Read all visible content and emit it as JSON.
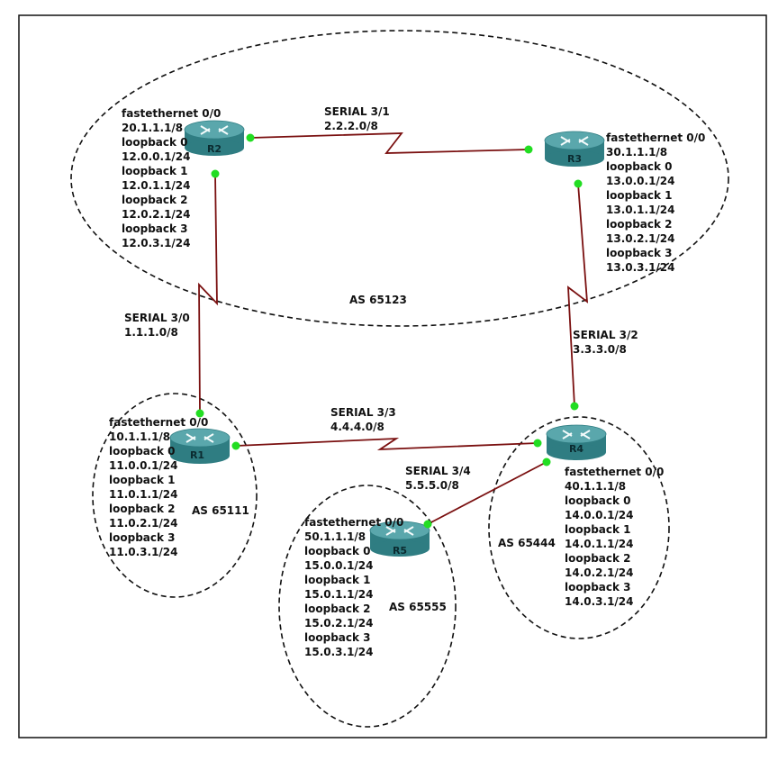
{
  "colors": {
    "link": "#7a1010",
    "port": "#22dd22",
    "router_top": "#5aa7ac",
    "router_side": "#2f7d82"
  },
  "routers": [
    {
      "id": "R2",
      "label": "R2",
      "icon": "router-icon"
    },
    {
      "id": "R3",
      "label": "R3",
      "icon": "router-icon"
    },
    {
      "id": "R1",
      "label": "R1",
      "icon": "router-icon"
    },
    {
      "id": "R4",
      "label": "R4",
      "icon": "router-icon"
    },
    {
      "id": "R5",
      "label": "R5",
      "icon": "router-icon"
    }
  ],
  "as_zones": [
    {
      "id": "as-65123",
      "label": "AS 65123"
    },
    {
      "id": "as-65111",
      "label": "AS 65111"
    },
    {
      "id": "as-65444",
      "label": "AS 65444"
    },
    {
      "id": "as-65555",
      "label": "AS 65555"
    }
  ],
  "links": [
    {
      "id": "serial-3-1",
      "name": "SERIAL 3/1",
      "network": "2.2.2.0/8",
      "from": "R2",
      "to": "R3"
    },
    {
      "id": "serial-3-0",
      "name": "SERIAL 3/0",
      "network": "1.1.1.0/8",
      "from": "R2",
      "to": "R1"
    },
    {
      "id": "serial-3-2",
      "name": "SERIAL 3/2",
      "network": "3.3.3.0/8",
      "from": "R3",
      "to": "R4"
    },
    {
      "id": "serial-3-3",
      "name": "SERIAL 3/3",
      "network": "4.4.4.0/8",
      "from": "R1",
      "to": "R4"
    },
    {
      "id": "serial-3-4",
      "name": "SERIAL 3/4",
      "network": "5.5.5.0/8",
      "from": "R5",
      "to": "R4"
    }
  ],
  "interfaces": {
    "R2": [
      "fastethernet 0/0",
      "20.1.1.1/8",
      "loopback 0",
      "12.0.0.1/24",
      "loopback 1",
      "12.0.1.1/24",
      "loopback 2",
      "12.0.2.1/24",
      "loopback 3",
      "12.0.3.1/24"
    ],
    "R3": [
      "fastethernet 0/0",
      "30.1.1.1/8",
      "loopback 0",
      "13.0.0.1/24",
      "loopback 1",
      "13.0.1.1/24",
      "loopback 2",
      "13.0.2.1/24",
      "loopback 3",
      "13.0.3.1/24"
    ],
    "R1": [
      "fastethernet 0/0",
      "10.1.1.1/8",
      "loopback 0",
      "11.0.0.1/24",
      "loopback 1",
      "11.0.1.1/24",
      "loopback 2",
      "11.0.2.1/24",
      "loopback 3",
      "11.0.3.1/24"
    ],
    "R4": [
      "fastethernet 0/0",
      "40.1.1.1/8",
      "loopback 0",
      "14.0.0.1/24",
      "loopback 1",
      "14.0.1.1/24",
      "loopback 2",
      "14.0.2.1/24",
      "loopback 3",
      "14.0.3.1/24"
    ],
    "R5": [
      "fastethernet 0/0",
      "50.1.1.1/8",
      "loopback 0",
      "15.0.0.1/24",
      "loopback 1",
      "15.0.1.1/24",
      "loopback 2",
      "15.0.2.1/24",
      "loopback 3",
      "15.0.3.1/24"
    ]
  }
}
